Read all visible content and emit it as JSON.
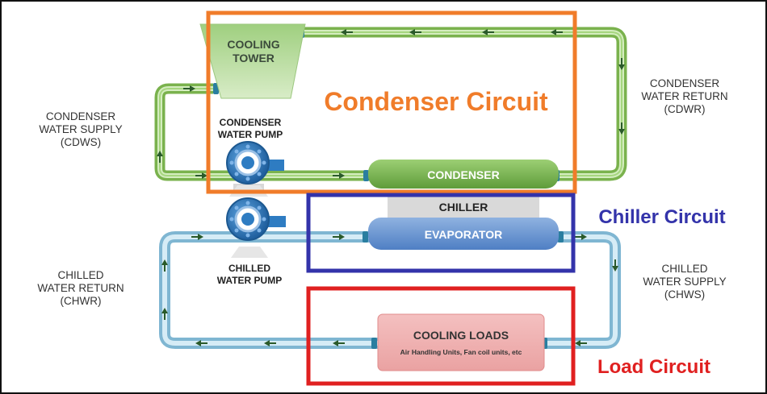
{
  "labels": {
    "cdws": [
      "CONDENSER",
      "WATER SUPPLY",
      "(CDWS)"
    ],
    "cdwr": [
      "CONDENSER",
      "WATER RETURN",
      "(CDWR)"
    ],
    "chwr": [
      "CHILLED",
      "WATER RETURN",
      "(CHWR)"
    ],
    "chws": [
      "CHILLED",
      "WATER SUPPLY",
      "(CHWS)"
    ]
  },
  "components": {
    "cooling_tower": [
      "COOLING",
      "TOWER"
    ],
    "condenser_pump": [
      "CONDENSER",
      "WATER PUMP"
    ],
    "chilled_pump": [
      "CHILLED",
      "WATER PUMP"
    ],
    "condenser": "CONDENSER",
    "chiller": "CHILLER",
    "evaporator": "EVAPORATOR",
    "cooling_loads": "COOLING LOADS",
    "cooling_loads_sub": "Air Handling Units, Fan coil units, etc"
  },
  "circuits": {
    "condenser": "Condenser Circuit",
    "chiller": "Chiller Circuit",
    "load": "Load Circuit"
  },
  "colors": {
    "condenser_loop": "#8cc65a",
    "chilled_loop": "#a9d4e8",
    "condenser_circuit": "#f07c2a",
    "chiller_circuit": "#3333aa",
    "load_circuit": "#e02020",
    "pump": "#2e7cc2",
    "arrow": "#2a5a2a"
  }
}
